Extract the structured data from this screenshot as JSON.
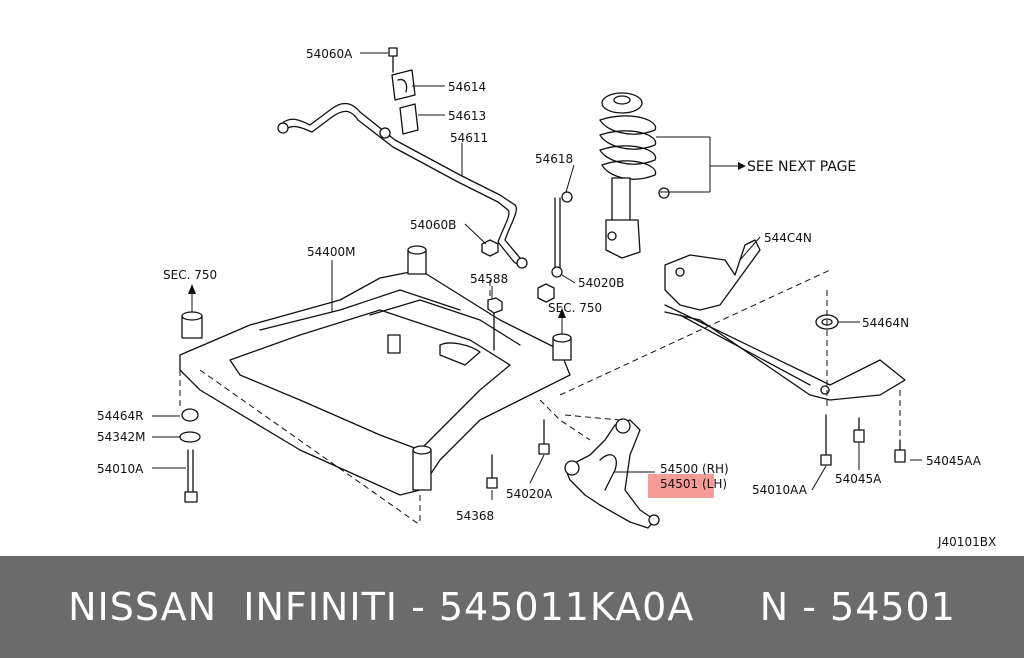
{
  "diagram": {
    "labels": {
      "p54060A": "54060A",
      "p54614": "54614",
      "p54613": "54613",
      "p54611": "54611",
      "p54618": "54618",
      "see_next_page": "SEE NEXT PAGE",
      "p54060B": "54060B",
      "p54400M": "54400M",
      "p54588": "54588",
      "p54020B": "54020B",
      "sec750_left": "SEC. 750",
      "sec750_right": "SEC. 750",
      "p544C4N": "544C4N",
      "p54464N": "54464N",
      "p54464R": "54464R",
      "p54342M": "54342M",
      "p54010A": "54010A",
      "p54500": "54500 (RH)",
      "p54501": "54501 (LH)",
      "p54020A": "54020A",
      "p54368": "54368",
      "p54010AA": "54010AA",
      "p54045A": "54045A",
      "p54045AA": "54045AA",
      "diagram_code": "J40101BX"
    },
    "highlight_color": "#f08080"
  },
  "footer": {
    "text": "NISSAN  INFINITI - 545011KA0A     N - 54501",
    "background": "#6b6b6b"
  }
}
